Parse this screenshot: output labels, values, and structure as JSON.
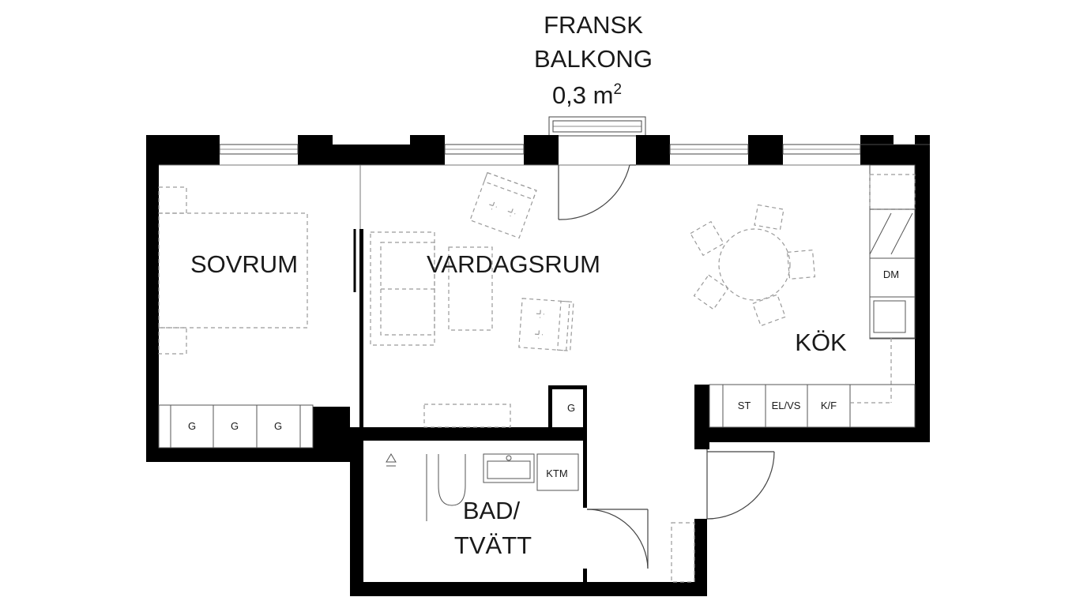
{
  "balcony": {
    "line1": "FRANSK",
    "line2": "BALKONG",
    "area_value": "0,3 m",
    "area_sup": "2"
  },
  "rooms": {
    "sovrum": "SOVRUM",
    "vardagsrum": "VARDAGSRUM",
    "kok": "KÖK",
    "bad_line1": "BAD/",
    "bad_line2": "TVÄTT"
  },
  "fixtures": {
    "dm": "DM",
    "st": "ST",
    "elvs": "EL/VS",
    "kf": "K/F",
    "ktm": "KTM",
    "g_hall": "G",
    "g1": "G",
    "g2": "G",
    "g3": "G"
  },
  "colors": {
    "wall": "#000000",
    "furniture_dashed": "#9a9a9a",
    "text": "#1a1a1a"
  }
}
